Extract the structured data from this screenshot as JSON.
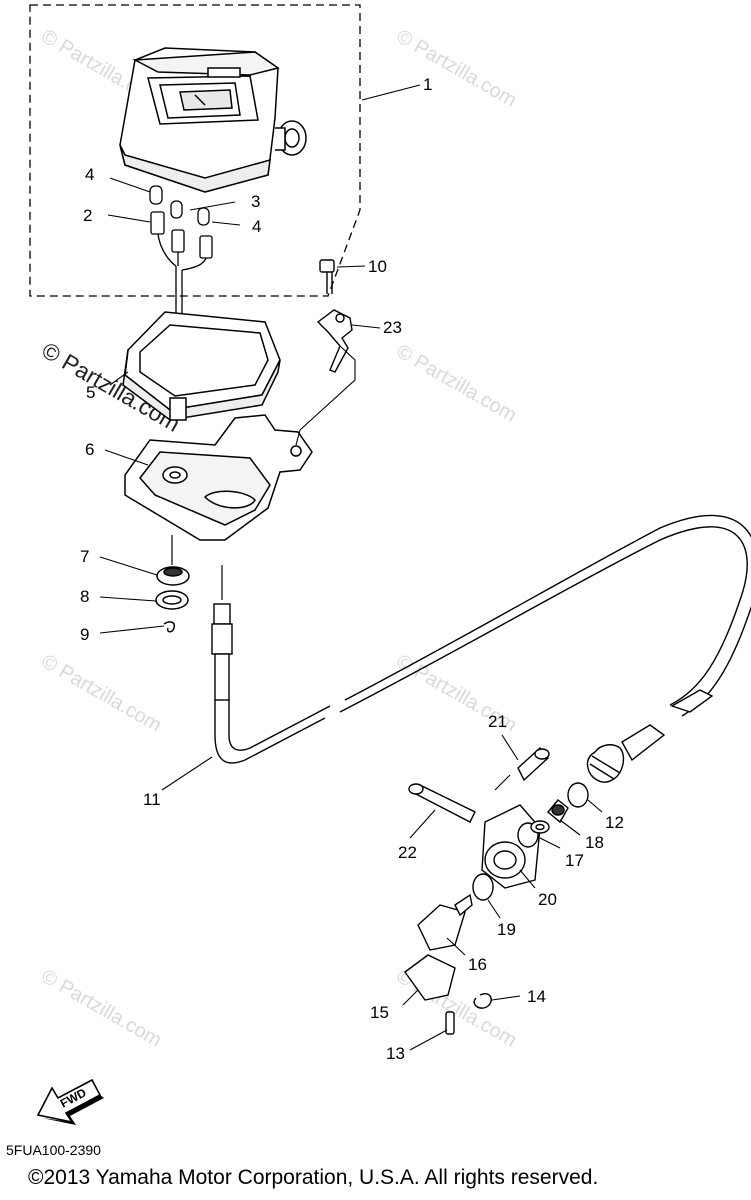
{
  "watermark": "© Partzilla.com",
  "diagram_code": "5FUA100-2390",
  "copyright": "©2013 Yamaha Motor Corporation, U.S.A. All rights reserved.",
  "fwd_label": "FWD",
  "callouts": {
    "p1": "1",
    "p2": "2",
    "p3": "3",
    "p4a": "4",
    "p4b": "4",
    "p5": "5",
    "p6": "6",
    "p7": "7",
    "p8": "8",
    "p9": "9",
    "p10": "10",
    "p11": "11",
    "p12": "12",
    "p13": "13",
    "p14": "14",
    "p15": "15",
    "p16": "16",
    "p17": "17",
    "p18": "18",
    "p19": "19",
    "p20": "20",
    "p21": "21",
    "p22": "22",
    "p23": "23"
  },
  "icons": {
    "fwd": "fwd-arrow-icon"
  }
}
